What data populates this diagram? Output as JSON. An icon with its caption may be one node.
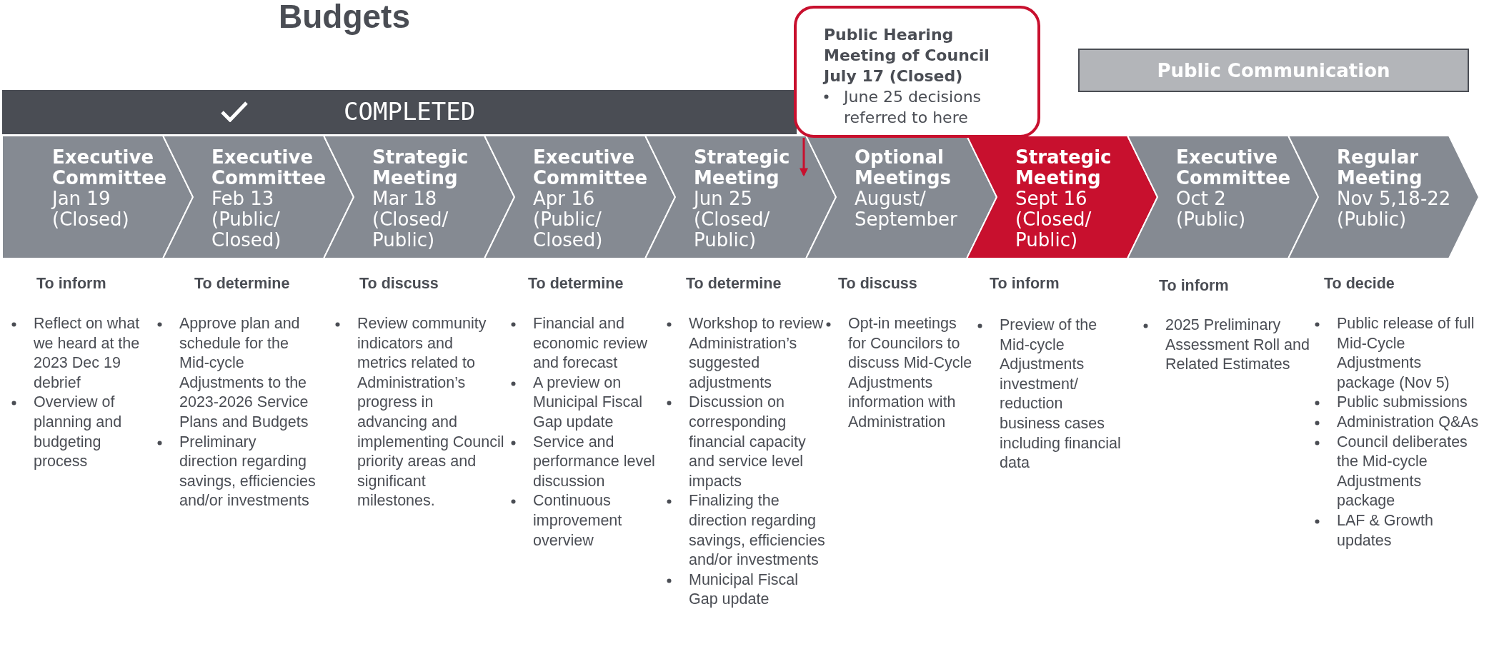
{
  "diagram": {
    "title": "Budgets",
    "nodes": [
      {
        "text": [
          "COMPLETED"
        ]
      },
      {
        "text": [
          "Public Hearing Meeting of Council July 17 (Closed)",
          "June 25 decisions referred to here"
        ]
      },
      {
        "text": [
          "Public Communication"
        ]
      },
      {
        "text": [
          "Executive Committee",
          "Jan 19 (Closed)"
        ],
        "beside": [
          "To inform",
          "Reflect on what we heard at the 2023 Dec 19 debrief",
          "Overview of planning and budgeting process"
        ]
      },
      {
        "text": [
          "Executive Committee",
          "Feb 13 (Public/ Closed)"
        ],
        "beside": [
          "To determine",
          "Approve plan and schedule for the Mid-cycle Adjustments to the 2023-2026 Service Plans and Budgets",
          "Preliminary direction regarding savings, efficiencies and/or investments"
        ]
      },
      {
        "text": [
          "Strategic Meeting",
          "Mar 18 (Closed/ Public)"
        ],
        "beside": [
          "To discuss",
          "Review community indicators and metrics related to Administration’s progress in advancing and implementing Council priority areas and significant milestones."
        ]
      },
      {
        "text": [
          "Executive Committee",
          "Apr 16 (Public/ Closed)"
        ],
        "beside": [
          "To determine",
          "Financial and economic review and forecast",
          "A preview on Municipal Fiscal Gap update",
          "Service and performance level discussion",
          "Continuous improvement overview"
        ]
      },
      {
        "text": [
          "Strategic Meeting",
          "Jun 25 (Closed/ Public)"
        ],
        "beside": [
          "To determine",
          "Workshop to review Administration’s suggested adjustments",
          "Discussion on corresponding financial capacity and service level impacts",
          "Finalizing the direction regarding savings, efficiencies and/or investments",
          "Municipal Fiscal Gap update"
        ]
      },
      {
        "text": [
          "Optional Meetings",
          "August/ September"
        ],
        "beside": [
          "To discuss",
          "Opt-in meetings for Councilors to discuss Mid-Cycle Adjustments information with Administration"
        ]
      },
      {
        "text": [
          "Strategic Meeting",
          "Sept 16 (Closed/ Public)"
        ],
        "beside": [
          "To inform",
          "Preview of the Mid-cycle Adjustments investment/ reduction business cases including financial data"
        ]
      },
      {
        "text": [
          "Executive Committee",
          "Oct 2 (Public)"
        ],
        "beside": [
          "To inform",
          "2025 Preliminary Assessment Roll and Related Estimates"
        ]
      },
      {
        "text": [
          "Regular Meeting",
          "Nov 5,18-22 (Public)"
        ],
        "beside": [
          "To decide",
          "Public release of full Mid-Cycle Adjustments package (Nov 5)",
          "Public submissions",
          "Administration Q&As",
          "Council deliberates the Mid-cycle Adjustments package",
          "LAF & Growth updates"
        ]
      }
    ],
    "edges": [
      {
        "from": 1,
        "to": 7,
        "arrow": "to",
        "color": "#c8102e"
      }
    ]
  }
}
